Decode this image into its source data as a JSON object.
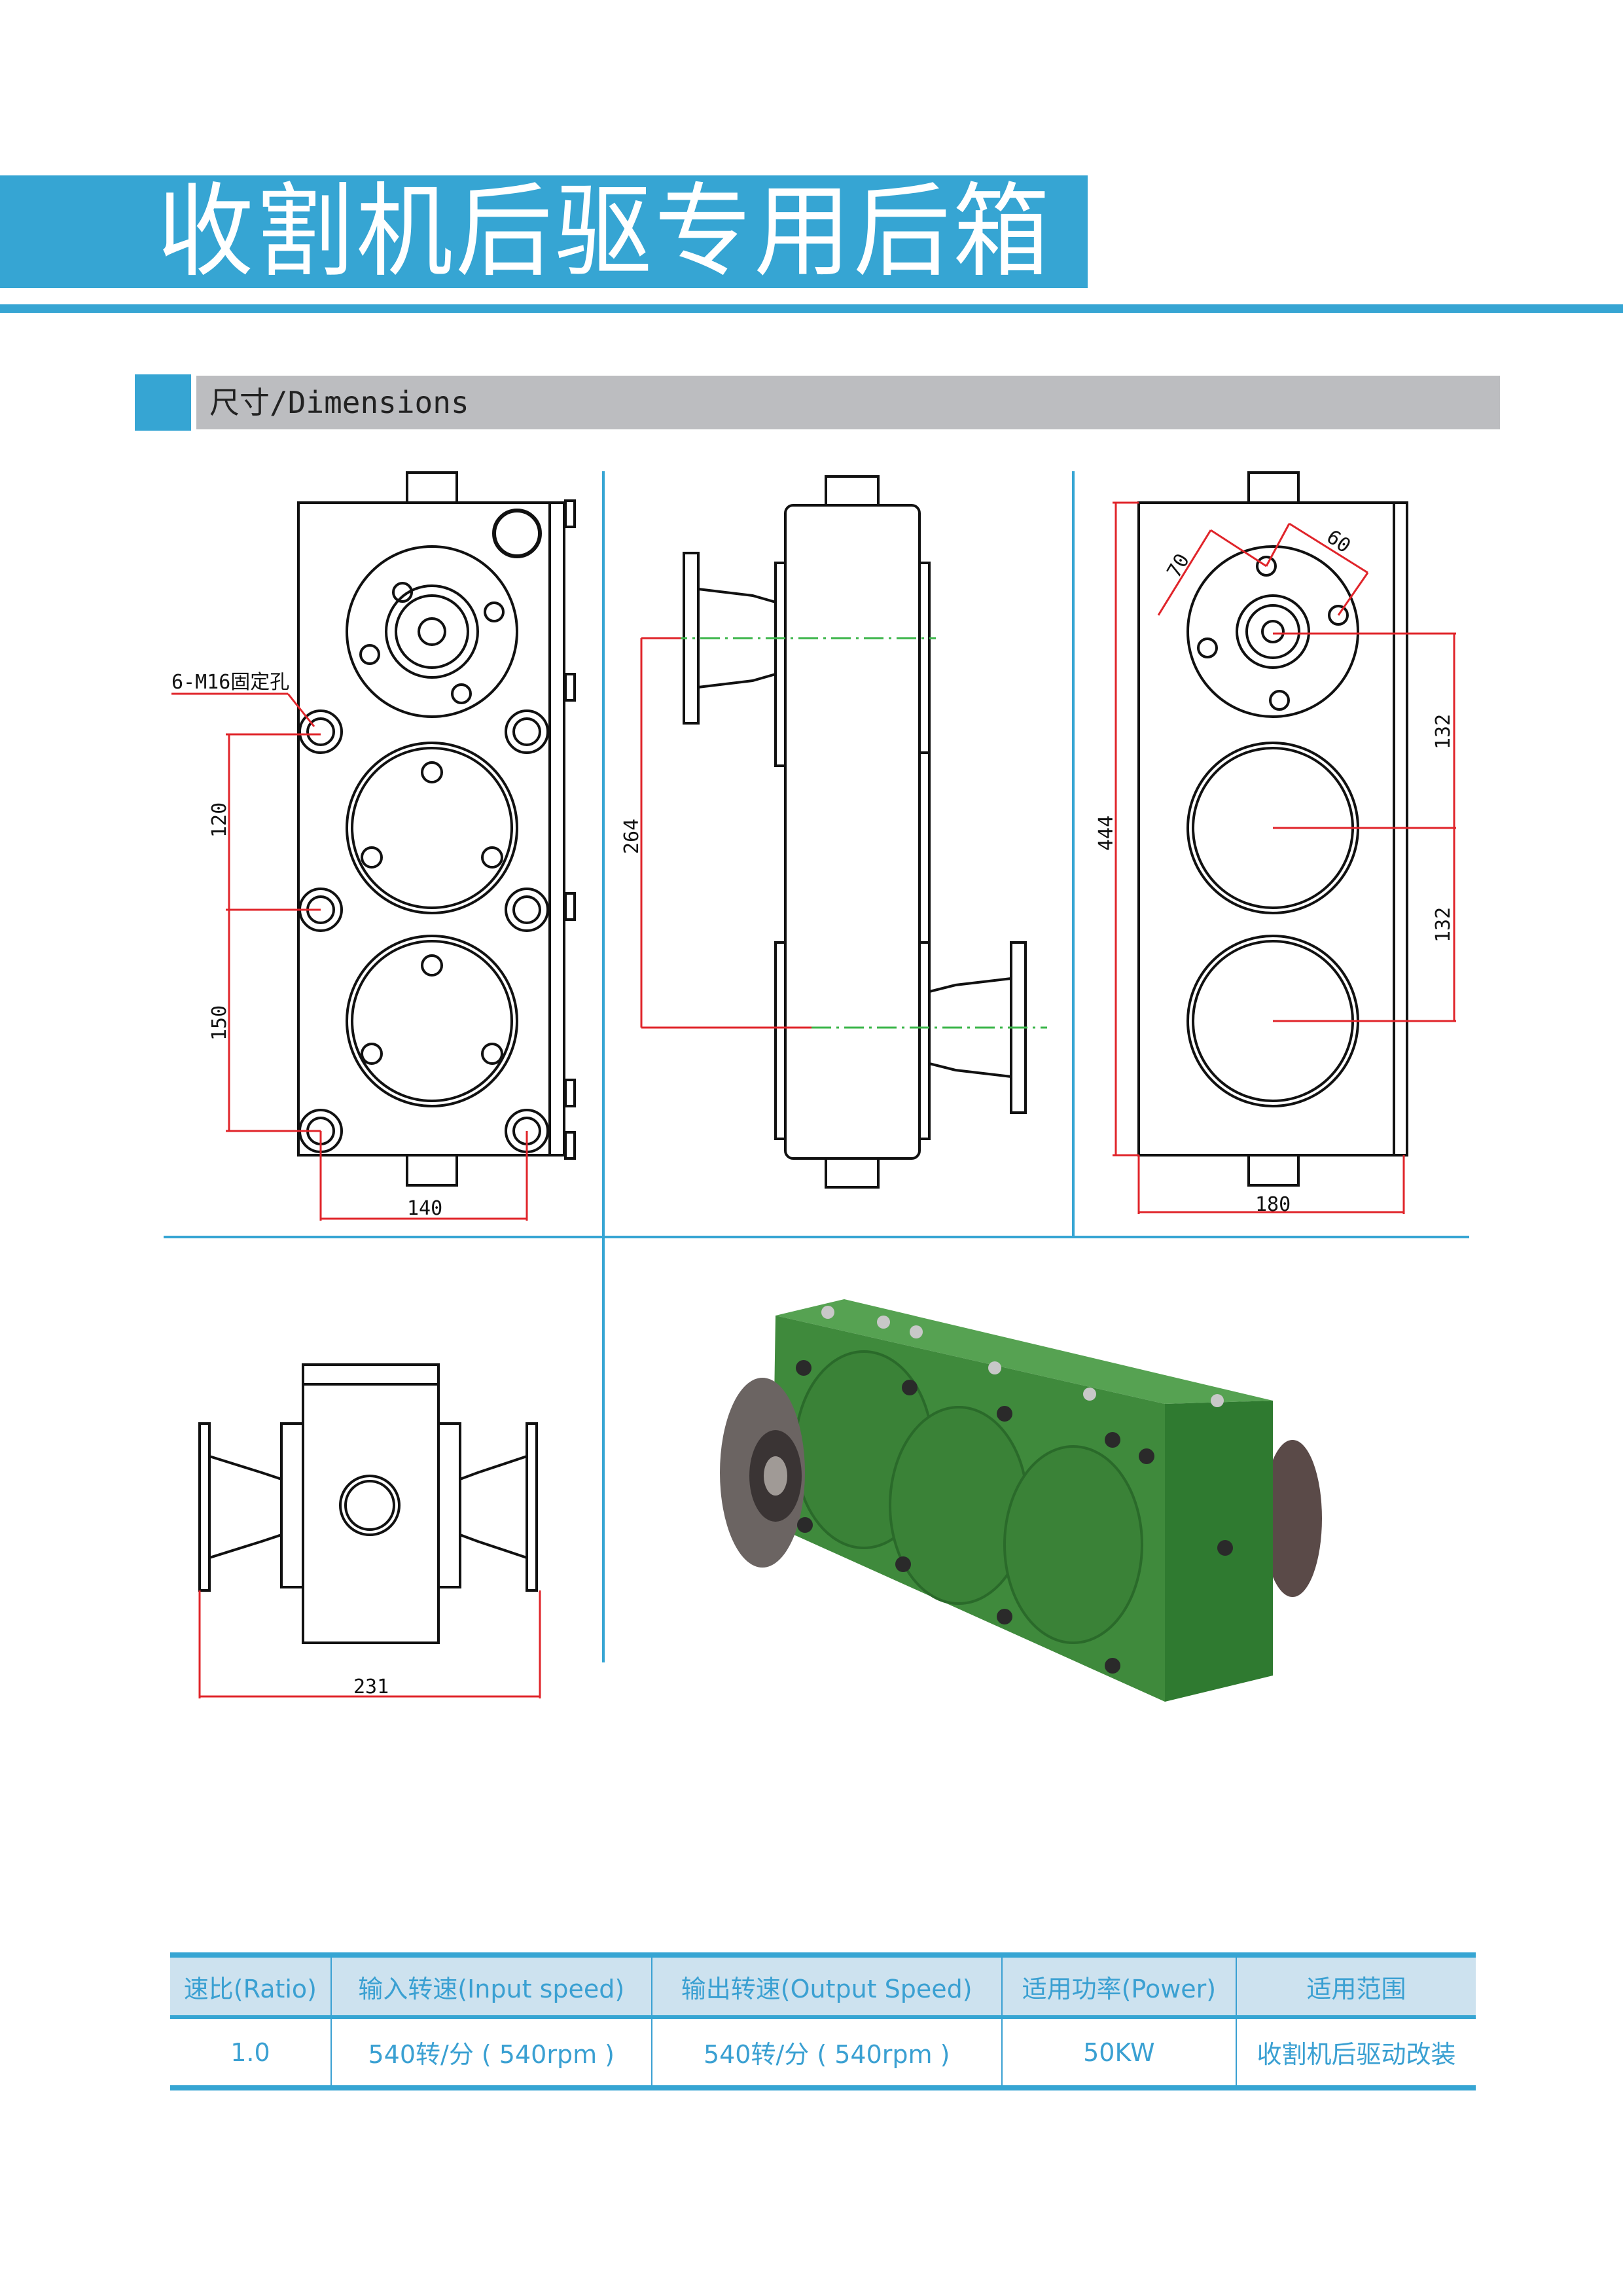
{
  "header": {
    "title": "收割机后驱专用后箱",
    "accent": "#36a5d3"
  },
  "section": {
    "title": "尺寸/Dimensions"
  },
  "drawings": {
    "front": {
      "hole_label": "6-M16固定孔",
      "dim_a": "120",
      "dim_b": "150",
      "dim_width": "140"
    },
    "side": {
      "dim_shaft": "264"
    },
    "rear": {
      "dim_height": "444",
      "dim_70": "70",
      "dim_60": "60",
      "dim_c1": "132",
      "dim_c2": "132",
      "dim_width": "180"
    },
    "top": {
      "dim_width": "231"
    },
    "product_color": "#3f8a3c"
  },
  "table": {
    "headers": [
      "速比(Ratio)",
      "输入转速(Input speed)",
      "输出转速(Output Speed)",
      "适用功率(Power)",
      "适用范围"
    ],
    "rows": [
      [
        "1.0",
        "540转/分 ( 540rpm )",
        "540转/分 ( 540rpm )",
        "50KW",
        "收割机后驱动改装"
      ]
    ]
  }
}
